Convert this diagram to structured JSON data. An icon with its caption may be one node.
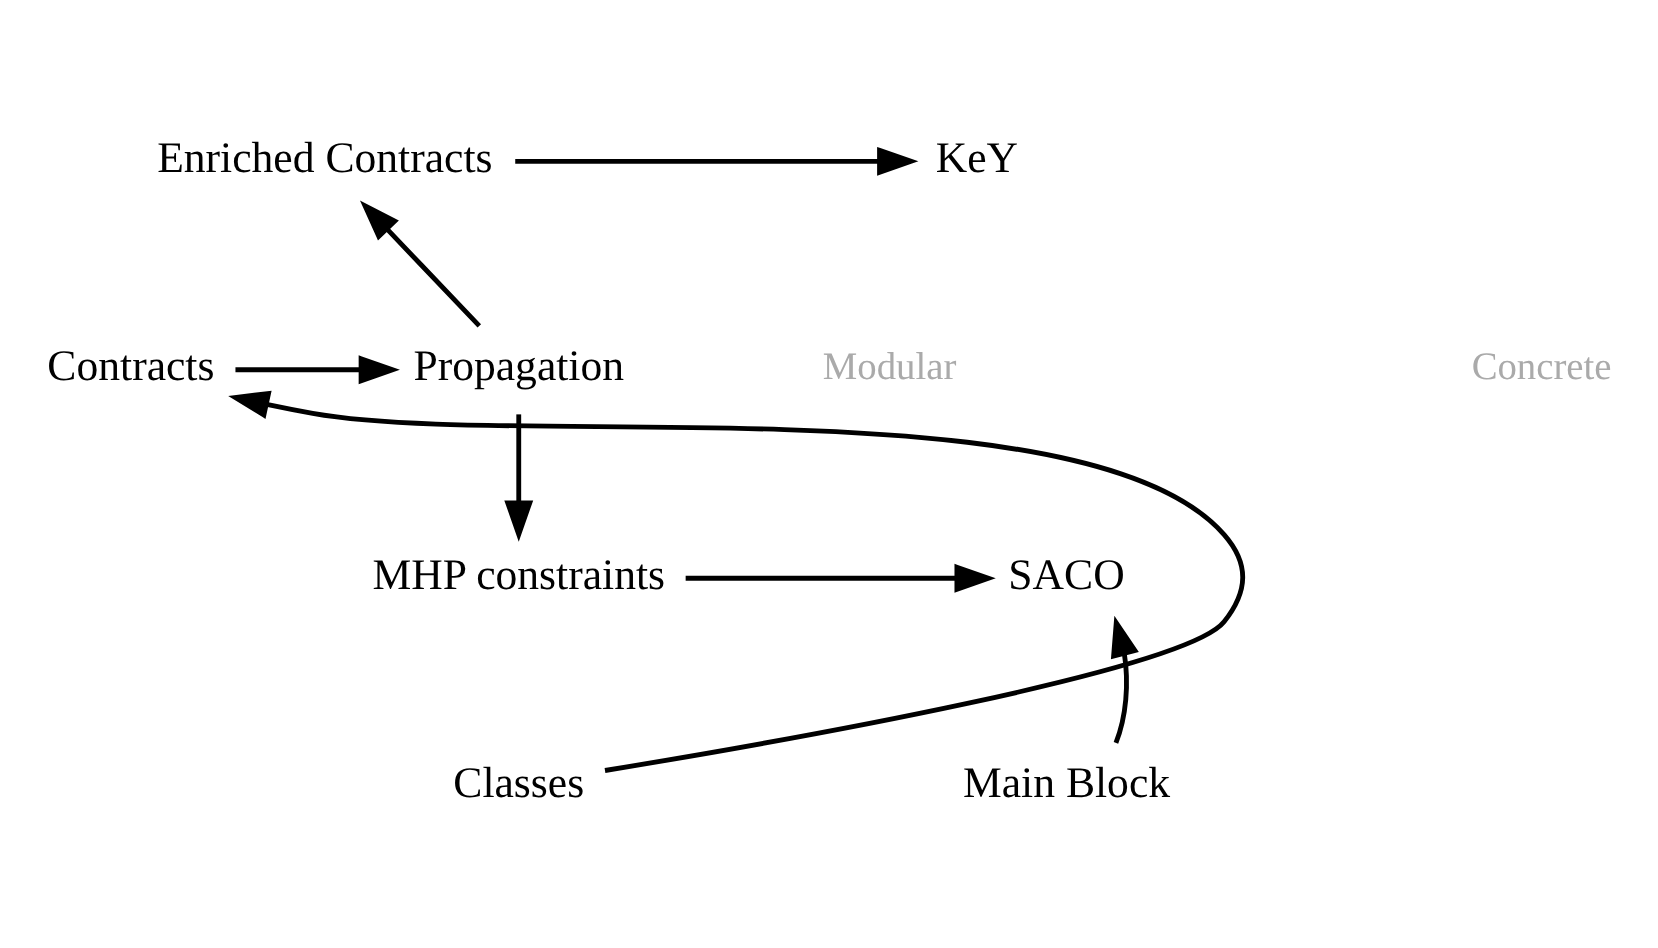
{
  "diagram": {
    "nodes": [
      {
        "text": [
          "Enriched Contracts"
        ]
      },
      {
        "text": [
          "KeY"
        ]
      },
      {
        "text": [
          "Contracts"
        ]
      },
      {
        "text": [
          "Propagation"
        ]
      },
      {
        "text": [
          "MHP constraints"
        ]
      },
      {
        "text": [
          "SACO"
        ]
      },
      {
        "text": [
          "Classes"
        ]
      },
      {
        "text": [
          "Main Block"
        ]
      }
    ],
    "edges": [
      {
        "from": 0,
        "to": 1,
        "arrow": "to"
      },
      {
        "from": 2,
        "to": 3,
        "arrow": "to"
      },
      {
        "from": 3,
        "to": 0,
        "arrow": "to"
      },
      {
        "from": 3,
        "to": 4,
        "arrow": "to"
      },
      {
        "from": 4,
        "to": 5,
        "arrow": "to"
      },
      {
        "from": 6,
        "to": 2,
        "arrow": "to"
      },
      {
        "from": 7,
        "to": 5,
        "arrow": "to"
      }
    ],
    "labels": [
      "Modular",
      "Concrete"
    ]
  }
}
